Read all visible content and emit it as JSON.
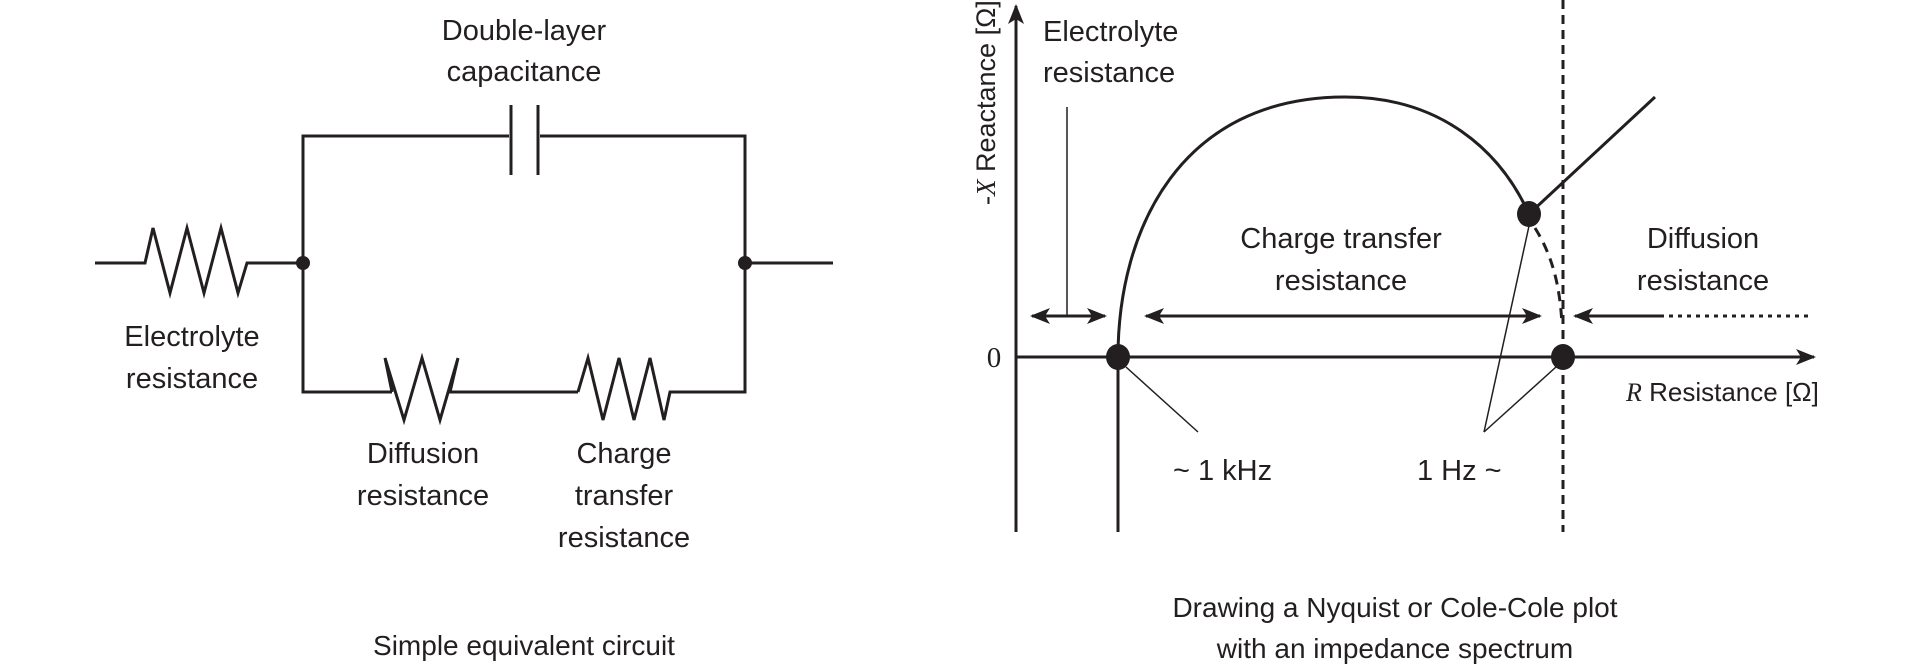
{
  "circuit": {
    "caption": "Simple equivalent circuit",
    "components": {
      "capacitor": {
        "label_line1": "Double-layer",
        "label_line2": "capacitance"
      },
      "electrolyte_resistor": {
        "label_line1": "Electrolyte",
        "label_line2": "resistance"
      },
      "diffusion_resistor": {
        "label_line1": "Diffusion",
        "label_line2": "resistance"
      },
      "charge_transfer_resistor": {
        "label_line1": "Charge",
        "label_line2": "transfer",
        "label_line3": "resistance"
      }
    }
  },
  "nyquist": {
    "caption_line1": "Drawing a Nyquist or Cole-Cole plot",
    "caption_line2": "with an impedance spectrum",
    "y_axis": {
      "symbol": "-X",
      "label": " Reactance [Ω]"
    },
    "x_axis": {
      "symbol": "R",
      "label": " Resistance [Ω]"
    },
    "origin_label": "0",
    "regions": {
      "electrolyte": {
        "line1": "Electrolyte",
        "line2": "resistance"
      },
      "charge_transfer": {
        "line1": "Charge transfer",
        "line2": "resistance"
      },
      "diffusion": {
        "line1": "Diffusion",
        "line2": "resistance"
      }
    },
    "frequency_labels": {
      "high": "~ 1 kHz",
      "low": "1 Hz ~"
    }
  }
}
